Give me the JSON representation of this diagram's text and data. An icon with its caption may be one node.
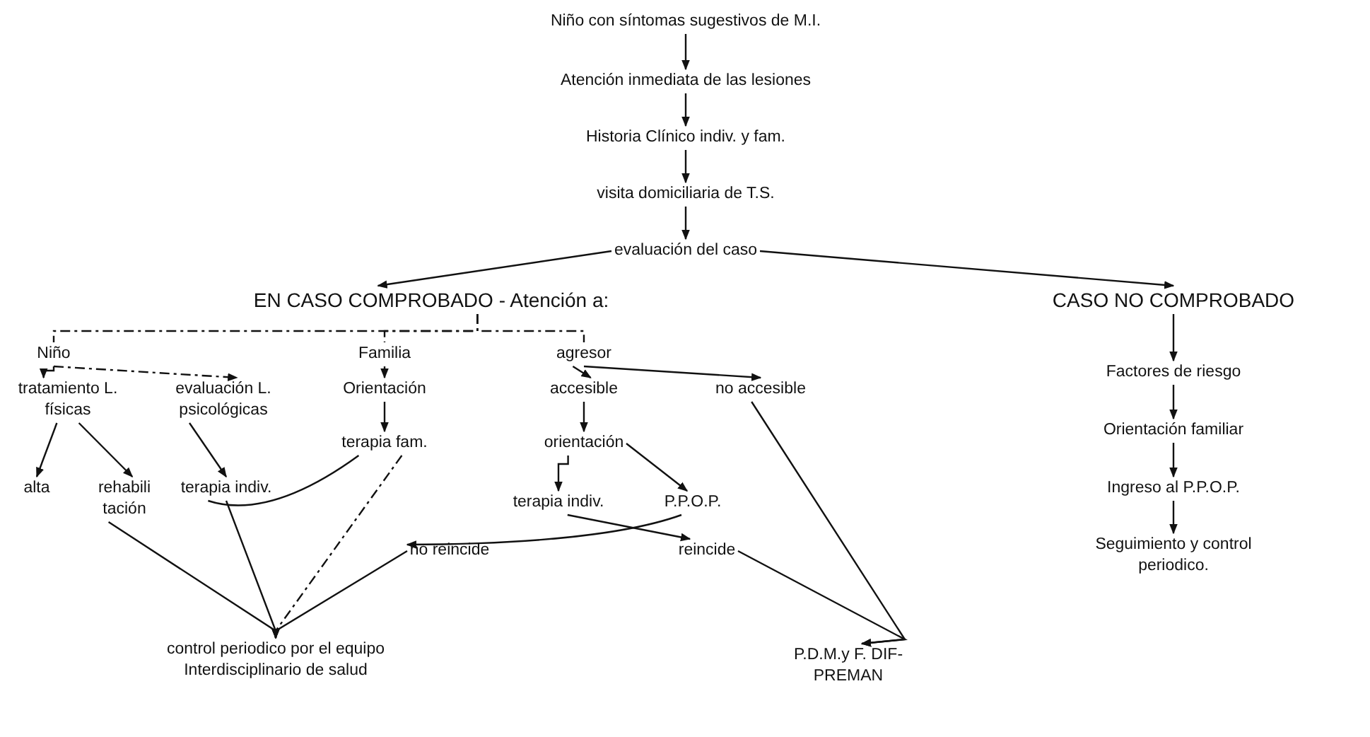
{
  "diagram": {
    "nodes": [
      {
        "text": [
          "Niño con síntomas sugestivos de M.I."
        ]
      },
      {
        "text": [
          "Atención inmediata de las lesiones"
        ]
      },
      {
        "text": [
          "Historia Clínico indiv. y fam."
        ]
      },
      {
        "text": [
          "visita domiciliaria de T.S."
        ]
      },
      {
        "text": [
          "evaluación del caso"
        ]
      },
      {
        "text": [
          "EN CASO COMPROBADO - Atención a:"
        ]
      },
      {
        "text": [
          "CASO NO COMPROBADO"
        ]
      },
      {
        "text": [
          "Niño"
        ]
      },
      {
        "text": [
          "Familia"
        ]
      },
      {
        "text": [
          "agresor"
        ]
      },
      {
        "text": [
          "tratamiento L. físicas"
        ]
      },
      {
        "text": [
          "evaluación L. psicológicas"
        ]
      },
      {
        "text": [
          "Orientación"
        ]
      },
      {
        "text": [
          "accesible"
        ]
      },
      {
        "text": [
          "no accesible"
        ]
      },
      {
        "text": [
          "alta"
        ]
      },
      {
        "text": [
          "rehabili tación"
        ]
      },
      {
        "text": [
          "terapia indiv."
        ]
      },
      {
        "text": [
          "terapia fam."
        ]
      },
      {
        "text": [
          "orientación"
        ]
      },
      {
        "text": [
          "terapia indiv."
        ]
      },
      {
        "text": [
          "P.P.O.P."
        ]
      },
      {
        "text": [
          "no reincide"
        ]
      },
      {
        "text": [
          "reincide"
        ]
      },
      {
        "text": [
          "control periodico por el equipo Interdisciplinario de salud"
        ]
      },
      {
        "text": [
          "P.D.M.y F. DIF- PREMAN"
        ]
      },
      {
        "text": [
          "Factores de riesgo"
        ]
      },
      {
        "text": [
          "Orientación familiar"
        ]
      },
      {
        "text": [
          "Ingreso al P.P.O.P."
        ]
      },
      {
        "text": [
          "Seguimiento y control periodico."
        ]
      }
    ],
    "edges": [
      {
        "from": 0,
        "to": 1,
        "arrow": "to"
      },
      {
        "from": 1,
        "to": 2,
        "arrow": "to"
      },
      {
        "from": 2,
        "to": 3,
        "arrow": "to"
      },
      {
        "from": 3,
        "to": 4,
        "arrow": "to"
      },
      {
        "from": 4,
        "to": 5,
        "arrow": "to"
      },
      {
        "from": 4,
        "to": 6,
        "arrow": "to"
      },
      {
        "from": 6,
        "to": 26,
        "arrow": "to"
      },
      {
        "from": 26,
        "to": 27,
        "arrow": "to"
      },
      {
        "from": 27,
        "to": 28,
        "arrow": "to"
      },
      {
        "from": 28,
        "to": 29,
        "arrow": "to"
      },
      {
        "from": 5,
        "to": 7,
        "arrow": "none",
        "style": "dashed"
      },
      {
        "from": 5,
        "to": 8,
        "arrow": "none",
        "style": "dashed"
      },
      {
        "from": 5,
        "to": 9,
        "arrow": "none",
        "style": "dashed"
      },
      {
        "from": 7,
        "to": 10,
        "arrow": "to"
      },
      {
        "from": 7,
        "to": 11,
        "arrow": "to",
        "style": "dashed"
      },
      {
        "from": 8,
        "to": 12,
        "arrow": "to"
      },
      {
        "from": 9,
        "to": 13,
        "arrow": "to"
      },
      {
        "from": 9,
        "to": 14,
        "arrow": "to"
      },
      {
        "from": 10,
        "to": 15,
        "arrow": "to"
      },
      {
        "from": 10,
        "to": 16,
        "arrow": "to"
      },
      {
        "from": 11,
        "to": 17,
        "arrow": "to"
      },
      {
        "from": 12,
        "to": 18,
        "arrow": "to"
      },
      {
        "from": 13,
        "to": 19,
        "arrow": "to"
      },
      {
        "from": 19,
        "to": 20,
        "arrow": "to"
      },
      {
        "from": 19,
        "to": 21,
        "arrow": "to"
      },
      {
        "from": 20,
        "to": 23,
        "arrow": "to"
      },
      {
        "from": 21,
        "to": 22,
        "arrow": "to"
      },
      {
        "from": 18,
        "to": 17,
        "arrow": "none"
      },
      {
        "from": 16,
        "to": 24,
        "arrow": "to"
      },
      {
        "from": 17,
        "to": 24,
        "arrow": "to"
      },
      {
        "from": 18,
        "to": 24,
        "arrow": "to",
        "style": "dashed"
      },
      {
        "from": 22,
        "to": 24,
        "arrow": "to"
      },
      {
        "from": 14,
        "to": 25,
        "arrow": "to"
      },
      {
        "from": 23,
        "to": 25,
        "arrow": "to"
      }
    ]
  }
}
